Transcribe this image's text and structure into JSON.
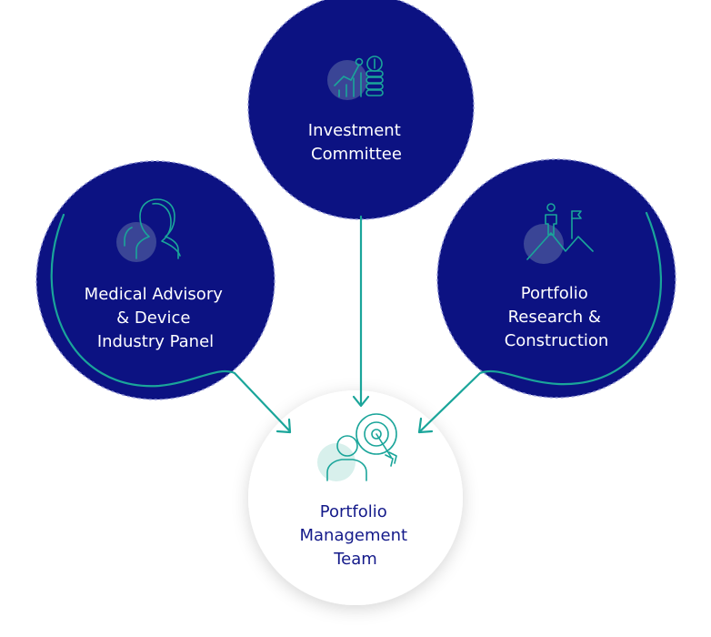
{
  "colors": {
    "node_fill": "#0c1282",
    "node_border": "#8f94d6",
    "accent": "#1aa59a",
    "icon_disc": "#3a4596",
    "target_fill": "#ffffff",
    "target_text": "#141a8a"
  },
  "nodes": {
    "committee": {
      "line1": "Investment",
      "line2": "Committee",
      "icon": "growth-chart-coins-icon"
    },
    "advisory": {
      "line1": "Medical Advisory",
      "line2": "& Device",
      "line3": "Industry Panel",
      "icon": "people-silhouettes-icon"
    },
    "research": {
      "line1": "Portfolio",
      "line2": "Research &",
      "line3": "Construction",
      "icon": "mountain-flag-climber-icon"
    },
    "team": {
      "line1": "Portfolio",
      "line2": "Management",
      "line3": "Team",
      "icon": "person-target-icon"
    }
  }
}
